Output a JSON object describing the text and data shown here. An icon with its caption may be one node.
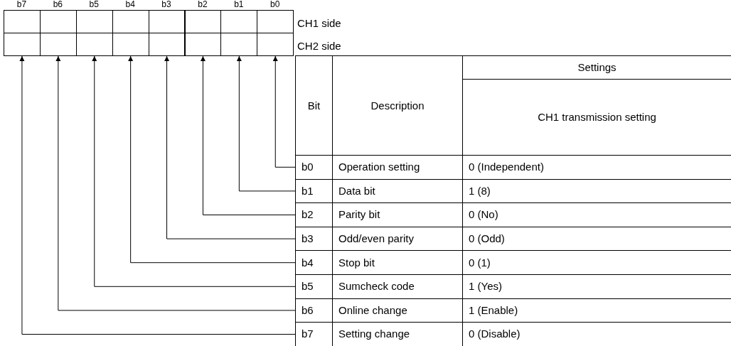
{
  "diagram": {
    "nodes": [
      {
        "text": [],
        "shape": "box"
      },
      {
        "text": [],
        "shape": "box"
      },
      {
        "text": [],
        "shape": "box"
      },
      {
        "text": [],
        "shape": "box"
      },
      {
        "text": [],
        "shape": "box"
      },
      {
        "text": [],
        "shape": "box"
      },
      {
        "text": [],
        "shape": "box"
      },
      {
        "text": [],
        "shape": "box"
      },
      {
        "text": [],
        "shape": "box"
      },
      {
        "text": [],
        "shape": "box"
      },
      {
        "text": [],
        "shape": "box"
      },
      {
        "text": [],
        "shape": "box"
      },
      {
        "text": [],
        "shape": "box"
      },
      {
        "text": [],
        "shape": "box"
      },
      {
        "text": [],
        "shape": "box"
      },
      {
        "text": [],
        "shape": "box"
      },
      {
        "text": [
          "b0"
        ]
      },
      {
        "text": [
          "b1"
        ]
      },
      {
        "text": [
          "b2"
        ]
      },
      {
        "text": [
          "b3"
        ]
      },
      {
        "text": [
          "b4"
        ]
      },
      {
        "text": [
          "b5"
        ]
      },
      {
        "text": [
          "b6"
        ]
      },
      {
        "text": [
          "b7"
        ]
      }
    ],
    "edges": [
      {
        "from": 16,
        "to": 15,
        "arrow": "to"
      },
      {
        "from": 17,
        "to": 14,
        "arrow": "to"
      },
      {
        "from": 18,
        "to": 13,
        "arrow": "to"
      },
      {
        "from": 19,
        "to": 12,
        "arrow": "to"
      },
      {
        "from": 20,
        "to": 11,
        "arrow": "to"
      },
      {
        "from": 21,
        "to": 10,
        "arrow": "to"
      },
      {
        "from": 22,
        "to": 9,
        "arrow": "to"
      },
      {
        "from": 23,
        "to": 8,
        "arrow": "to"
      }
    ],
    "labels": [
      "b7",
      "b6",
      "b5",
      "b4",
      "b3",
      "b2",
      "b1",
      "b0",
      "CH1 side",
      "CH2 side",
      "Bit",
      "Description",
      "Settings",
      "CH1 transmission setting",
      "Operation setting",
      "0 (Independent)",
      "Data bit",
      "1 (8)",
      "Parity bit",
      "0 (No)",
      "Odd/even parity",
      "0 (Odd)",
      "Stop bit",
      "0 (1)",
      "Sumcheck code",
      "1 (Yes)",
      "Online change",
      "1 (Enable)",
      "Setting change",
      "0 (Disable)"
    ]
  }
}
